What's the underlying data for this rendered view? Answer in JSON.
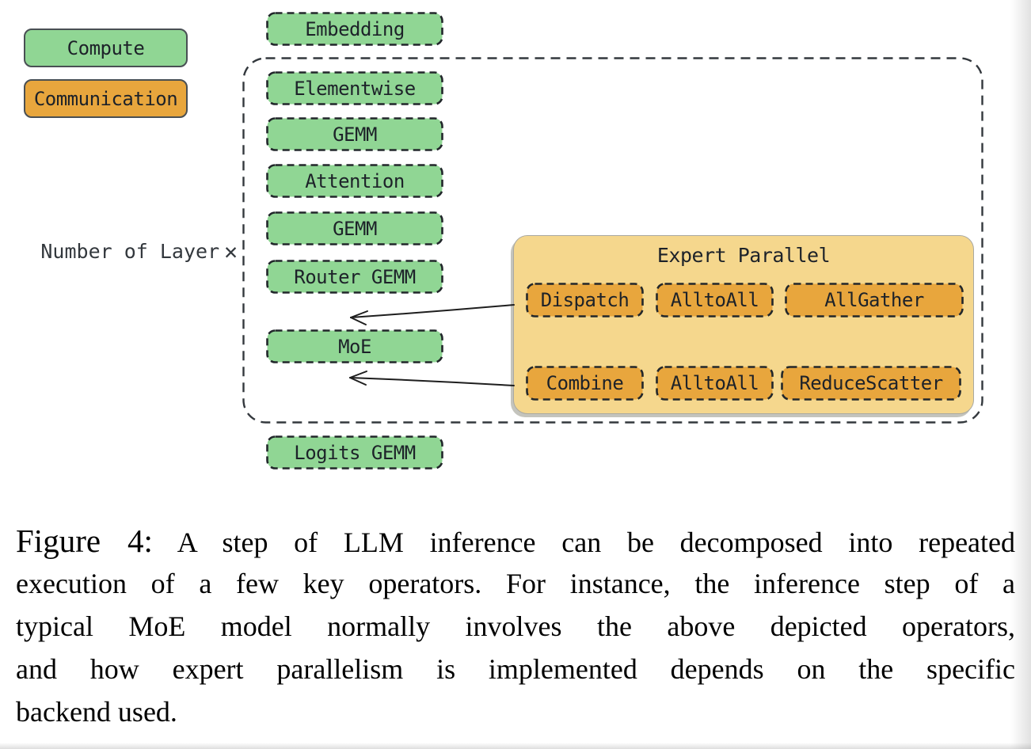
{
  "legend": {
    "compute_label": "Compute",
    "communication_label": "Communication"
  },
  "multiplier": {
    "label": "Number of Layer",
    "symbol": "✕"
  },
  "pipeline": {
    "embedding": "Embedding",
    "layer_ops": [
      "Elementwise",
      "GEMM",
      "Attention",
      "GEMM",
      "Router GEMM",
      "MoE"
    ],
    "logits_gemm": "Logits GEMM"
  },
  "expert_parallel": {
    "title": "Expert Parallel",
    "dispatch_row": [
      "Dispatch",
      "AlltoAll",
      "AllGather"
    ],
    "combine_row": [
      "Combine",
      "AlltoAll",
      "ReduceScatter"
    ]
  },
  "caption": {
    "label": "Figure 4:",
    "lines": [
      "A step of LLM inference can be decomposed into repeated",
      "execution of a few key operators. For instance, the inference step of a",
      "typical MoE model normally involves the above depicted operators,",
      "and how expert parallelism is implemented depends on the specific",
      "backend used."
    ]
  },
  "colors": {
    "compute_fill": "#90d694",
    "communication_fill": "#e8a63d",
    "expert_parallel_fill": "#f5d78d",
    "outline": "#22272b"
  }
}
